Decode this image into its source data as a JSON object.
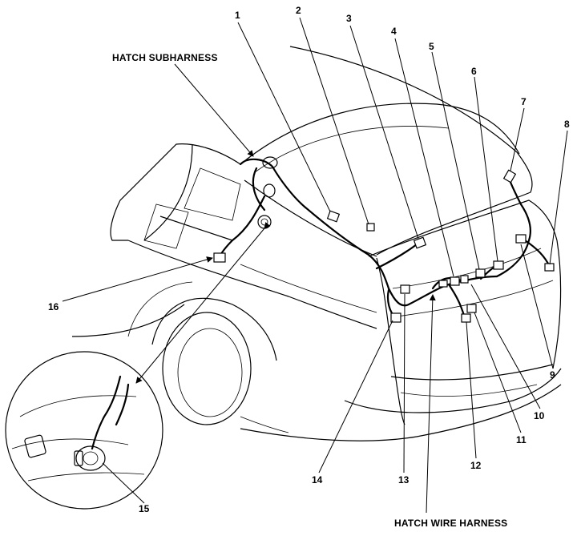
{
  "labels": {
    "hatch_subharness": "HATCH SUBHARNESS",
    "hatch_wire_harness": "HATCH WIRE HARNESS"
  },
  "callouts": [
    "1",
    "2",
    "3",
    "4",
    "5",
    "6",
    "7",
    "8",
    "9",
    "10",
    "11",
    "12",
    "13",
    "14",
    "15",
    "16"
  ]
}
